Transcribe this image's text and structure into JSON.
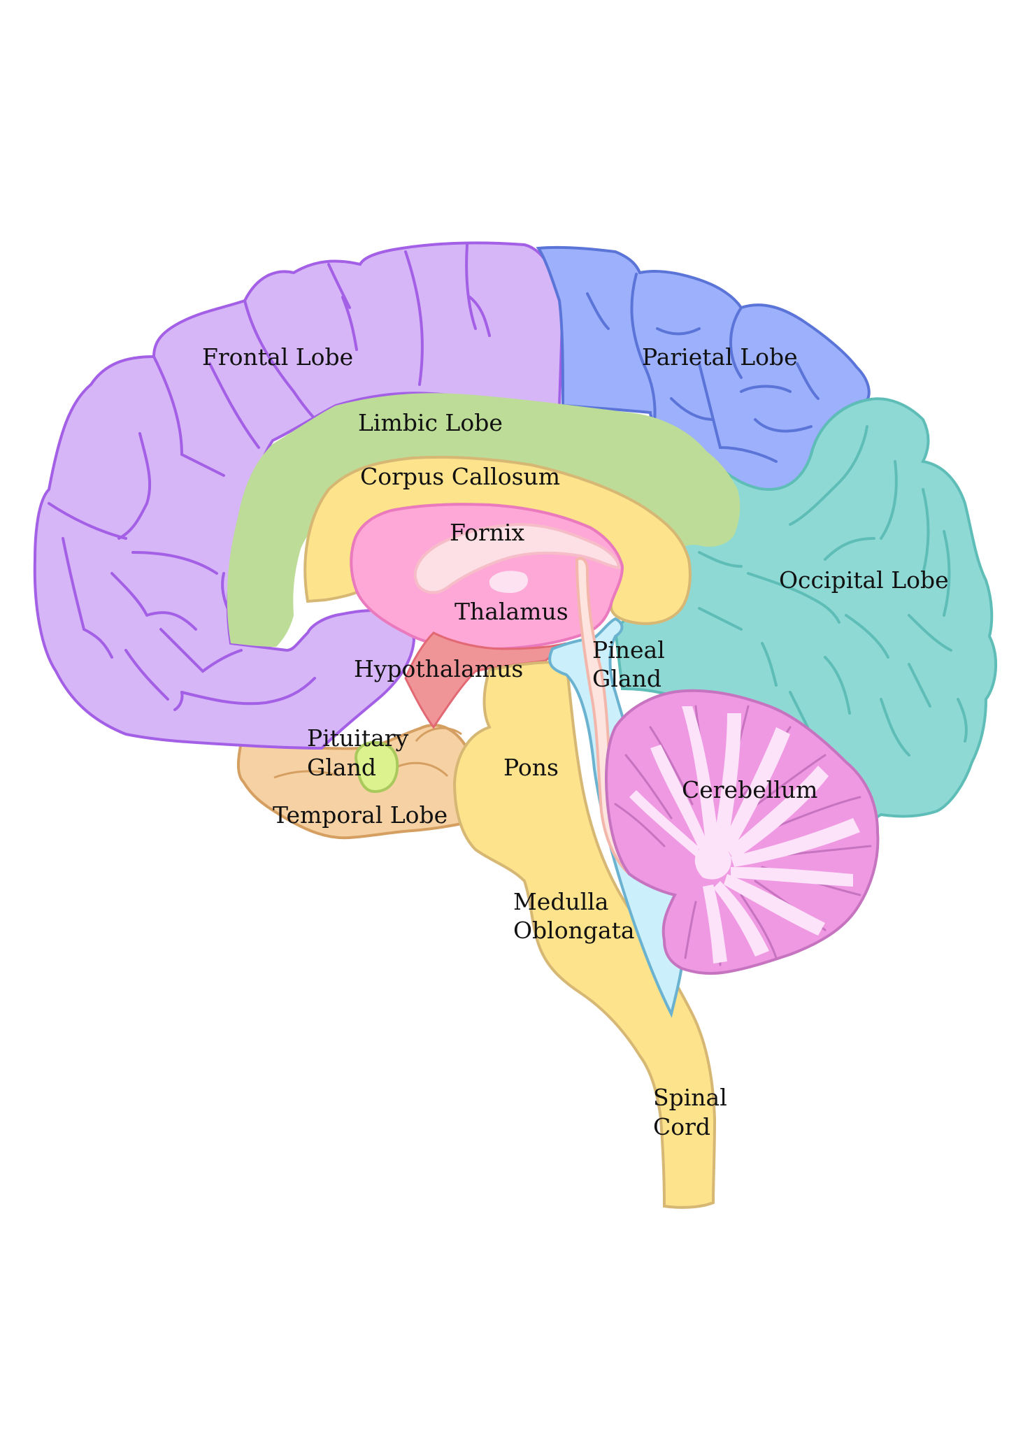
{
  "diagram": {
    "colors": {
      "frontal_lobe": "#d6b6f6",
      "frontal_lobe_outline": "#a35fe5",
      "parietal_lobe": "#9db0fb",
      "parietal_lobe_outline": "#5a74d8",
      "occipital_lobe": "#8fd9d5",
      "occipital_lobe_outline": "#5fbdb8",
      "limbic_lobe": "#bcdc98",
      "corpus_callosum": "#fde38b",
      "corpus_callosum_outline": "#d7b774",
      "fornix_thalamus": "#fea8d8",
      "hypothalamus": "#ef9497",
      "pineal_gland": "#fde4de",
      "ventricle": "#cbeffb",
      "cerebellum": "#ef99e2",
      "cerebellum_outline": "#c673c0",
      "temporal_lobe": "#f6d1a3",
      "temporal_lobe_outline": "#d59f62",
      "pituitary_gland": "#dbf28f",
      "brainstem": "#fde38b"
    },
    "labels": {
      "frontal_lobe": "Frontal Lobe",
      "parietal_lobe": "Parietal Lobe",
      "limbic_lobe": "Limbic Lobe",
      "corpus_callosum": "Corpus Callosum",
      "fornix": "Fornix",
      "thalamus": "Thalamus",
      "occipital_lobe": "Occipital Lobe",
      "pineal_gland_line1": "Pineal",
      "pineal_gland_line2": "Gland",
      "hypothalamus": "Hypothalamus",
      "pituitary_gland_line1": "Pituitary",
      "pituitary_gland_line2": "Gland",
      "pons": "Pons",
      "cerebellum": "Cerebellum",
      "temporal_lobe": "Temporal Lobe",
      "medulla_line1": "Medulla",
      "medulla_line2": "Oblongata",
      "spinal_cord_line1": "Spinal",
      "spinal_cord_line2": "Cord"
    }
  }
}
